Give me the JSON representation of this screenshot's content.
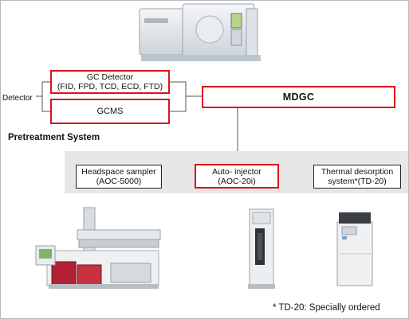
{
  "detector_label": "Detector",
  "boxes": {
    "gc_detector": {
      "line1": "GC Detector",
      "line2": "(FID, FPD, TCD, ECD, FTD)"
    },
    "gcms": "GCMS",
    "mdgc": "MDGC",
    "headspace": {
      "line1": "Headspace sampler",
      "line2": "(AOC-5000)"
    },
    "autoinjector": {
      "line1": "Auto- injector",
      "line2": "(AOC-20i)"
    },
    "thermal": {
      "line1": "Thermal desorption",
      "line2": "system*(TD-20)"
    }
  },
  "pretreatment_title": "Pretreatment System",
  "footnote": "* TD-20: Specially ordered",
  "colors": {
    "highlight_border": "#d9141d",
    "plain_border": "#222222",
    "strip": "#e7e7e7",
    "line": "#555555"
  },
  "images": [
    "gc-instrument-illustration",
    "headspace-sampler-photo",
    "auto-injector-photo",
    "thermal-desorption-photo"
  ]
}
